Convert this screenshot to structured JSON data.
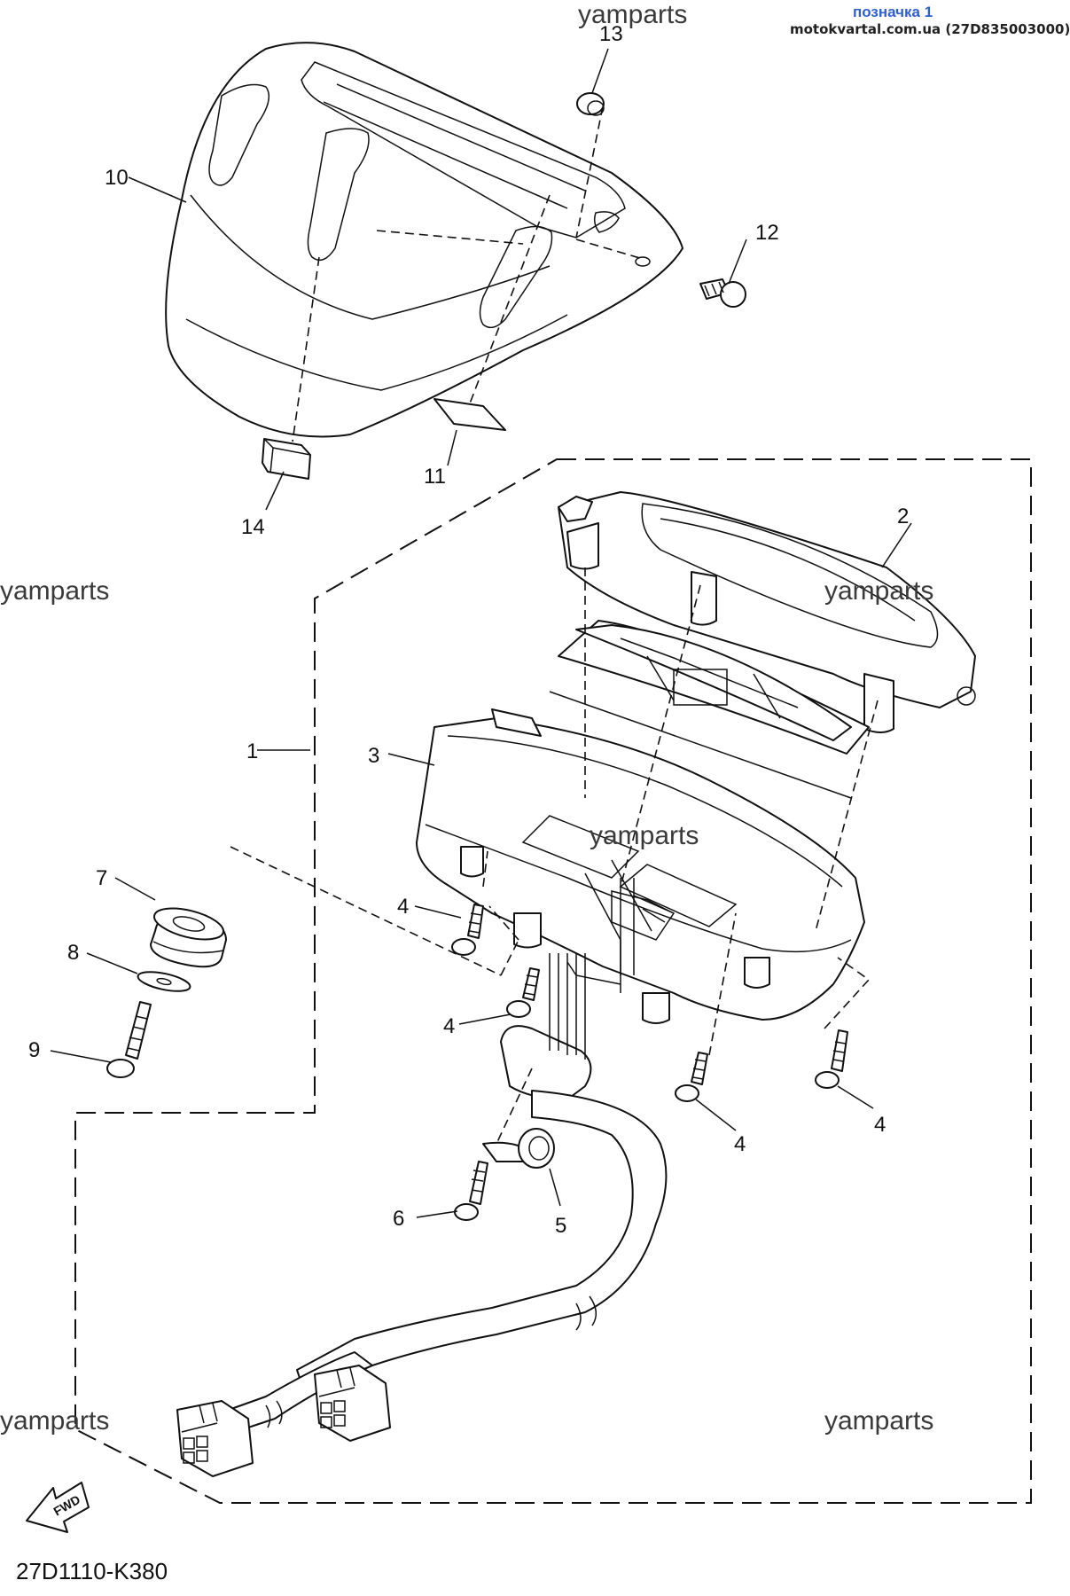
{
  "header": {
    "title": "позначка 1",
    "source": "motokvartal.com.ua (27D835003000)"
  },
  "watermark": "yamparts",
  "diagram_code": "27D1110-K380",
  "fwd_label": "FWD",
  "callouts": {
    "c1": "1",
    "c2": "2",
    "c3": "3",
    "c4a": "4",
    "c4b": "4",
    "c4c": "4",
    "c4d": "4",
    "c5": "5",
    "c6": "6",
    "c7": "7",
    "c8": "8",
    "c9": "9",
    "c10": "10",
    "c11": "11",
    "c12": "12",
    "c13": "13",
    "c14": "14"
  }
}
